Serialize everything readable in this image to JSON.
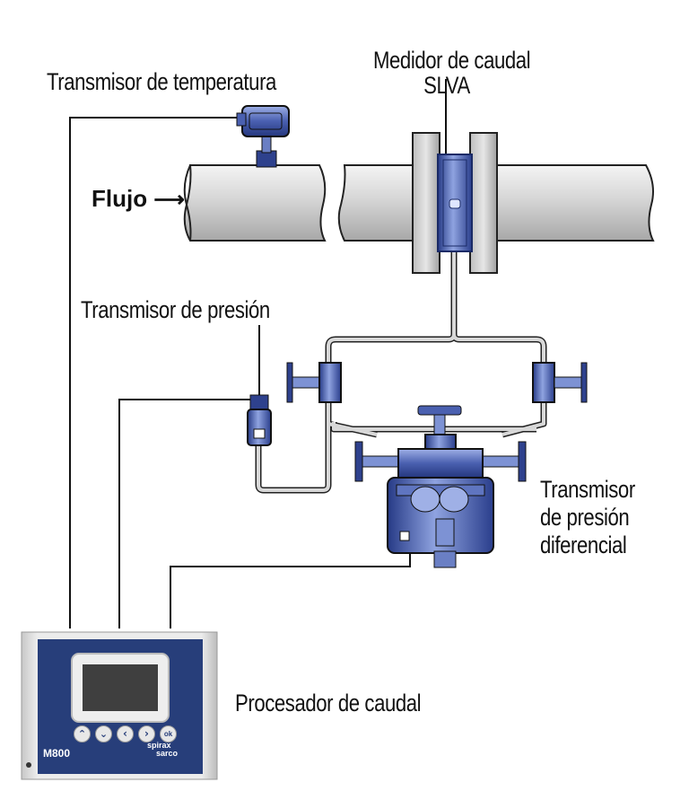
{
  "labels": {
    "temperature_transmitter": "Transmisor de temperatura",
    "flowmeter_line1": "Medidor de caudal",
    "flowmeter_line2": "SLVA",
    "flow": "Flujo",
    "pressure_transmitter": "Transmisor de presión",
    "dp_line1": "Transmisor",
    "dp_line2": "de presión",
    "dp_line3": "diferencial",
    "processor": "Procesador de caudal"
  },
  "device": {
    "model": "M800",
    "brand_line1": "spirax",
    "brand_line2": "sarco",
    "buttons": [
      "⌃",
      "⌄",
      "‹",
      "›",
      "ok"
    ]
  },
  "colors": {
    "pipe": "#d9d9d9",
    "device_blue": "#3d4f9a",
    "panel_blue": "#273e7a",
    "line": "#111111"
  }
}
